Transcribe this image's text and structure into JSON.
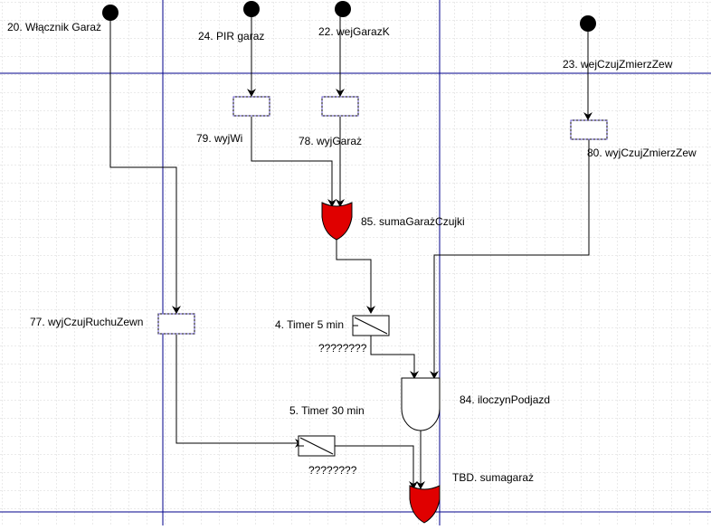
{
  "diagram": {
    "inputs": [
      {
        "id": "in20",
        "label": "20. Włącznik Garaż"
      },
      {
        "id": "in24",
        "label": "24. PIR garaz"
      },
      {
        "id": "in22",
        "label": "22. wejGarazK"
      },
      {
        "id": "in23",
        "label": "23. wejCzujZmierzZew"
      }
    ],
    "blocks": [
      {
        "id": "b79",
        "label": "79. wyjWi"
      },
      {
        "id": "b78",
        "label": "78. wyjGaraż"
      },
      {
        "id": "b80",
        "label": "80. wyjCzujZmierzZew"
      },
      {
        "id": "b77",
        "label": "77. wyjCzujRuchuZewn"
      }
    ],
    "gates": [
      {
        "id": "g85",
        "type": "OR",
        "label": "85. sumaGarażCzujki",
        "color": "#e00000"
      },
      {
        "id": "g84",
        "type": "AND",
        "label": "84. iloczynPodjazd",
        "color": "#ffffff"
      },
      {
        "id": "gTBD",
        "type": "OR",
        "label": "TBD. sumagaraż",
        "color": "#e00000"
      }
    ],
    "timers": [
      {
        "id": "t4",
        "label": "4. Timer 5 min",
        "value": "????????"
      },
      {
        "id": "t5",
        "label": "5. Timer 30 min",
        "value": "????????"
      }
    ],
    "colors": {
      "grid_major": "#00008b",
      "grid_minor": "#d4d4d4",
      "wire": "#000000",
      "handle": "#6a5acd"
    }
  }
}
